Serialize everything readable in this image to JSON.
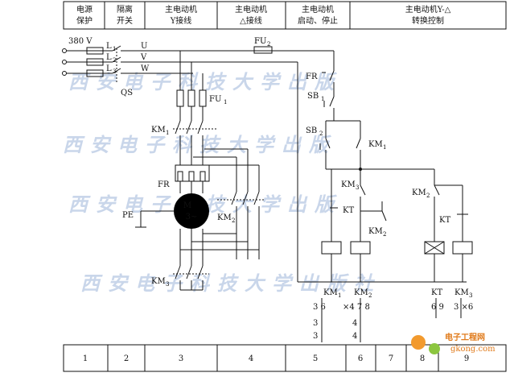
{
  "header_cells": [
    {
      "l1": "电源",
      "l2": "保护"
    },
    {
      "l1": "隔离",
      "l2": "开关"
    },
    {
      "l1": "主电动机",
      "l2": "Y接线"
    },
    {
      "l1": "主电动机",
      "l2": "△接线"
    },
    {
      "l1": "主电动机",
      "l2": "启动、停止"
    },
    {
      "l1": "主电动机Y-△",
      "l2": "转换控制"
    }
  ],
  "footer_cells": [
    "1",
    "2",
    "3",
    "4",
    "5",
    "6",
    "7",
    "8",
    "9"
  ],
  "labels": {
    "v380": "380 V",
    "l1": "L",
    "l1s": "1",
    "l2": "L",
    "l2s": "2",
    "l3": "L",
    "l3s": "3",
    "u": "U",
    "v": "V",
    "w": "W",
    "qs": "QS",
    "fu1": "FU",
    "fu1s": "1",
    "fu2": "FU",
    "fu2s": "2",
    "km1_main": "KM",
    "km1_main_s": "1",
    "fr_main": "FR",
    "motor_m": "M",
    "motor_3": "3~",
    "pe": "PE",
    "km2_main": "KM",
    "km2_main_s": "2",
    "km3_main": "KM",
    "km3_main_s": "3",
    "fr_ctrl": "FR",
    "sb1": "SB",
    "sb1s": "1",
    "sb2": "SB",
    "sb2s": "2",
    "km1_ctrl": "KM",
    "km1_ctrl_s": "1",
    "km3_ctrl": "KM",
    "km3_ctrl_s": "3",
    "km2_ctrl": "KM",
    "km2_ctrl_s": "2",
    "kt_ctrl": "KT",
    "km2_lock": "KM",
    "km2_lock_s": "2",
    "kt_right": "KT"
  },
  "coil_labels": [
    {
      "name": "KM",
      "sub": "1"
    },
    {
      "name": "KM",
      "sub": "2"
    },
    {
      "name": "KT",
      "sub": ""
    },
    {
      "name": "KM",
      "sub": "3"
    }
  ],
  "contact_table": {
    "km1": [
      "3 6",
      "3",
      "3"
    ],
    "km2": [
      "×4 7 8",
      "4",
      "4"
    ],
    "kt": [
      "6 9"
    ],
    "km3": [
      "3 ×6"
    ]
  },
  "watermark": "西安电子科技大学出版",
  "watermark2": "西安电子科技大学出版社",
  "logo": {
    "main": "电子工程网",
    "sub": "gkong.com"
  }
}
